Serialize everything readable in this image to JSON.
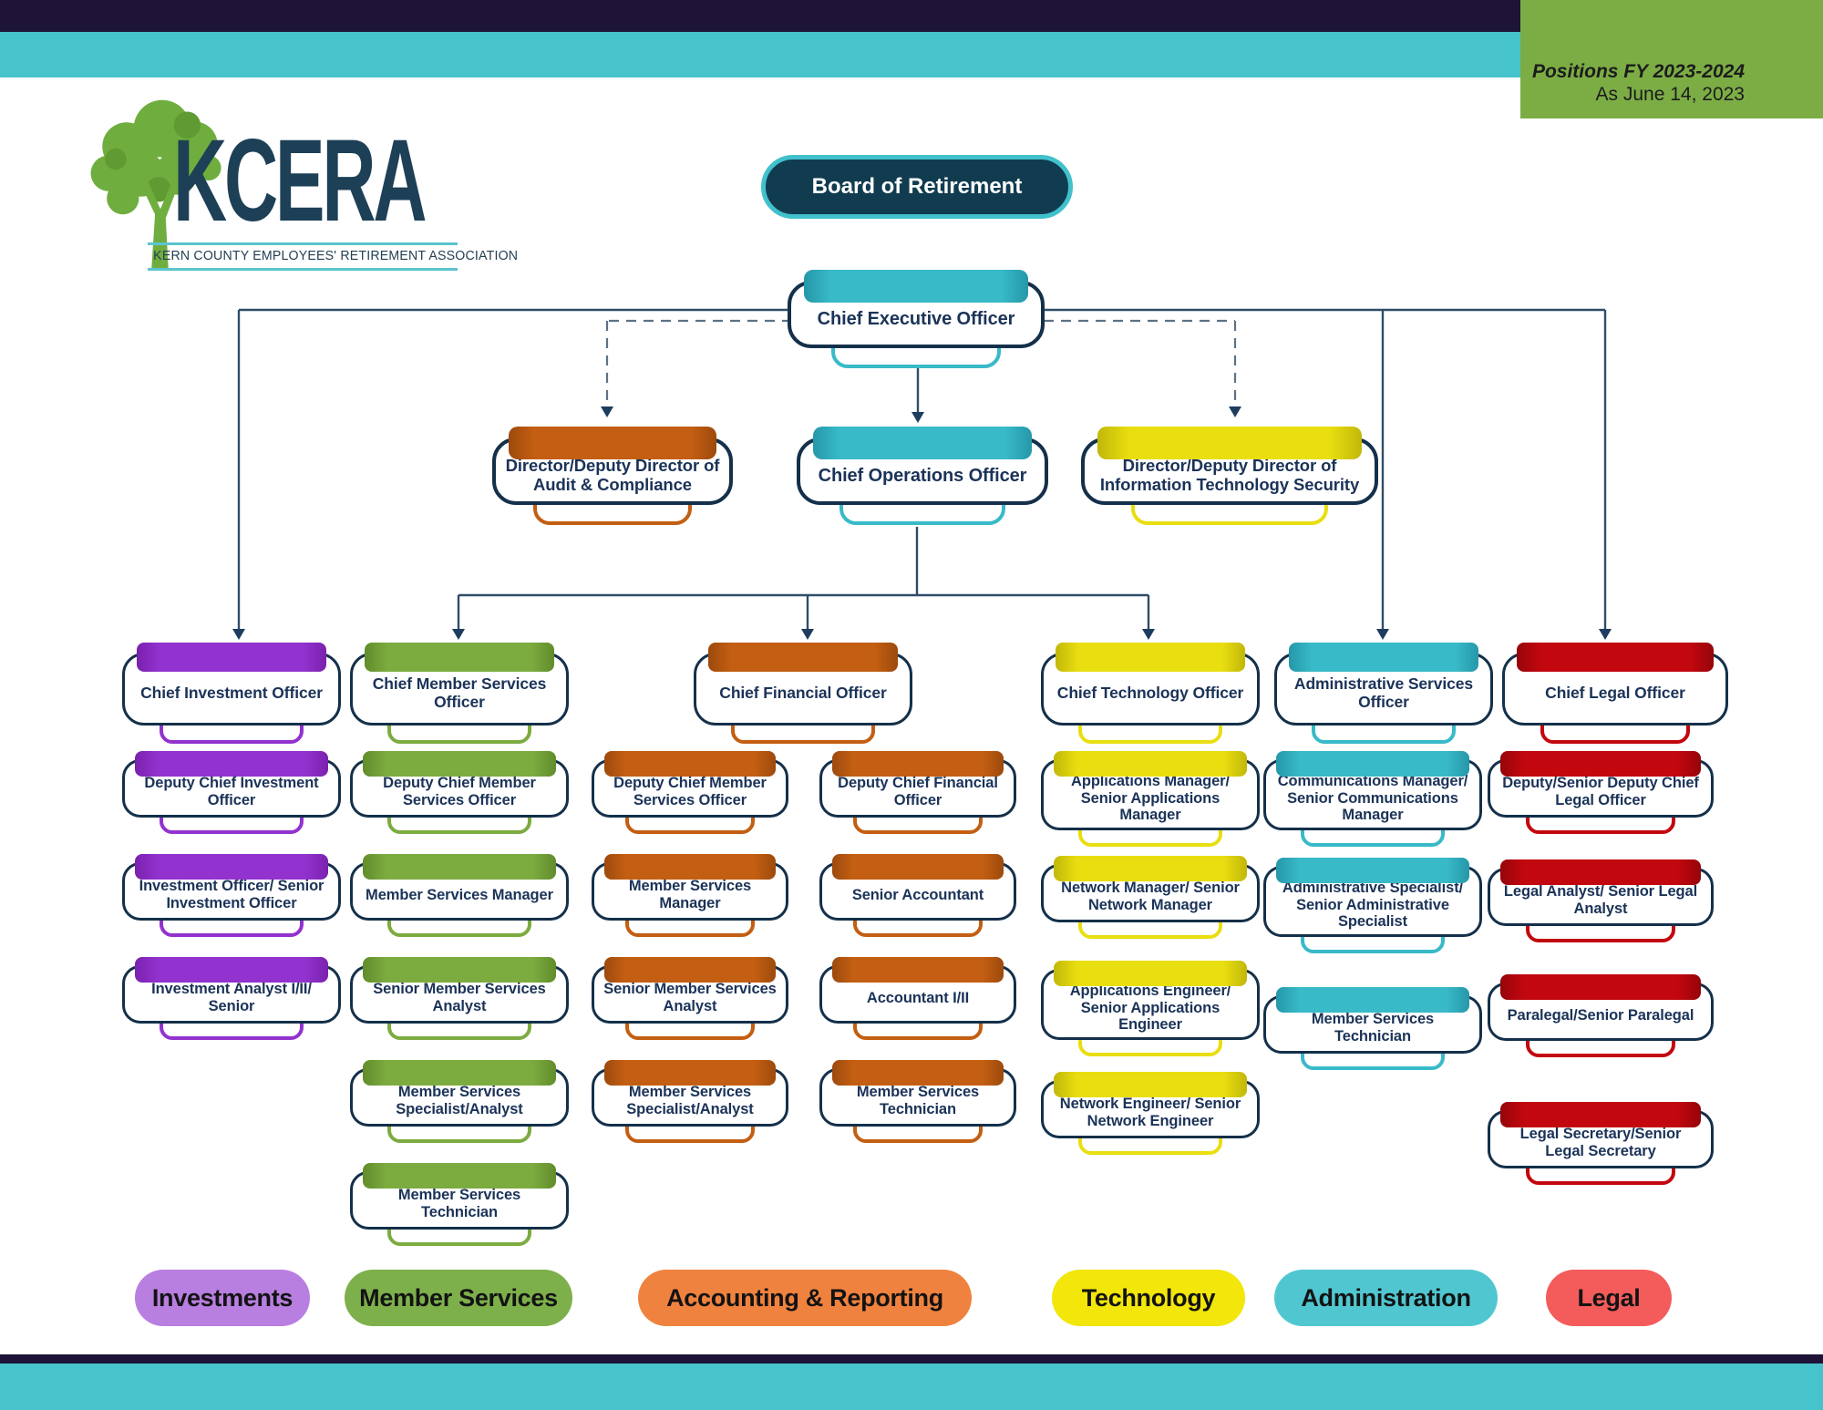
{
  "badge": {
    "line1": "Positions FY 2023-2024",
    "line2": "As June 14, 2023"
  },
  "logo": {
    "acronym": "KCERA",
    "tagline": "KERN COUNTY EMPLOYEES' RETIREMENT ASSOCIATION"
  },
  "board": {
    "label": "Board of Retirement"
  },
  "executive": {
    "ceo": "Chief Executive Officer",
    "audit": "Director/Deputy Director of Audit & Compliance",
    "coo": "Chief Operations Officer",
    "it_security": "Director/Deputy Director of Information Technology Security"
  },
  "columns": {
    "investments": {
      "header": "Chief Investment Officer",
      "rows": [
        "Deputy Chief Investment Officer",
        "Investment Officer/ Senior Investment Officer",
        "Investment Analyst I/II/ Senior"
      ]
    },
    "member_services": {
      "header": "Chief Member Services Officer",
      "rows": [
        "Deputy Chief Member Services Officer",
        "Member Services Manager",
        "Senior Member Services Analyst",
        "Member Services Specialist/Analyst",
        "Member Services Technician"
      ]
    },
    "accounting": {
      "header": "Chief Financial Officer",
      "rows_left": [
        "Deputy Chief Member Services Officer",
        "Member Services Manager",
        "Senior Member Services Analyst",
        "Member Services Specialist/Analyst"
      ],
      "rows_right": [
        "Deputy Chief Financial Officer",
        "Senior Accountant",
        "Accountant I/II",
        "Member Services Technician"
      ]
    },
    "technology": {
      "header": "Chief Technology Officer",
      "rows": [
        "Applications Manager/ Senior Applications Manager",
        "Network Manager/ Senior Network Manager",
        "Applications Engineer/ Senior Applications Engineer",
        "Network Engineer/ Senior Network Engineer"
      ]
    },
    "administration": {
      "header": "Administrative Services Officer",
      "rows": [
        "Communications Manager/ Senior Communications Manager",
        "Administrative Specialist/ Senior Administrative Specialist",
        "Member Services Technician"
      ]
    },
    "legal": {
      "header": "Chief Legal Officer",
      "rows": [
        "Deputy/Senior Deputy Chief Legal Officer",
        "Legal Analyst/ Senior Legal Analyst",
        "Paralegal/Senior Paralegal",
        "Legal Secretary/Senior Legal Secretary"
      ]
    }
  },
  "legend": {
    "investments": "Investments",
    "member_services": "Member Services",
    "accounting": "Accounting & Reporting",
    "technology": "Technology",
    "administration": "Administration",
    "legal": "Legal"
  },
  "colors": {
    "purple": "#9232cf",
    "green": "#7cab3f",
    "orange": "#c35e12",
    "yellow": "#e9de10",
    "teal": "#38bac8",
    "red": "#c3070e",
    "navy_text": "#1b3358",
    "box_border": "#14304a",
    "top_bar_navy": "#1d1438",
    "bar_teal": "#47c3cb",
    "badge_green": "#7cad45",
    "board_fill": "#113c50",
    "board_border": "#41c1cb",
    "legend_purple": "#b87ee0",
    "legend_green": "#7db04b",
    "legend_orange": "#f0823f",
    "legend_yellow": "#f2e60b",
    "legend_teal": "#50c7d0",
    "legend_red": "#f45c5c"
  }
}
